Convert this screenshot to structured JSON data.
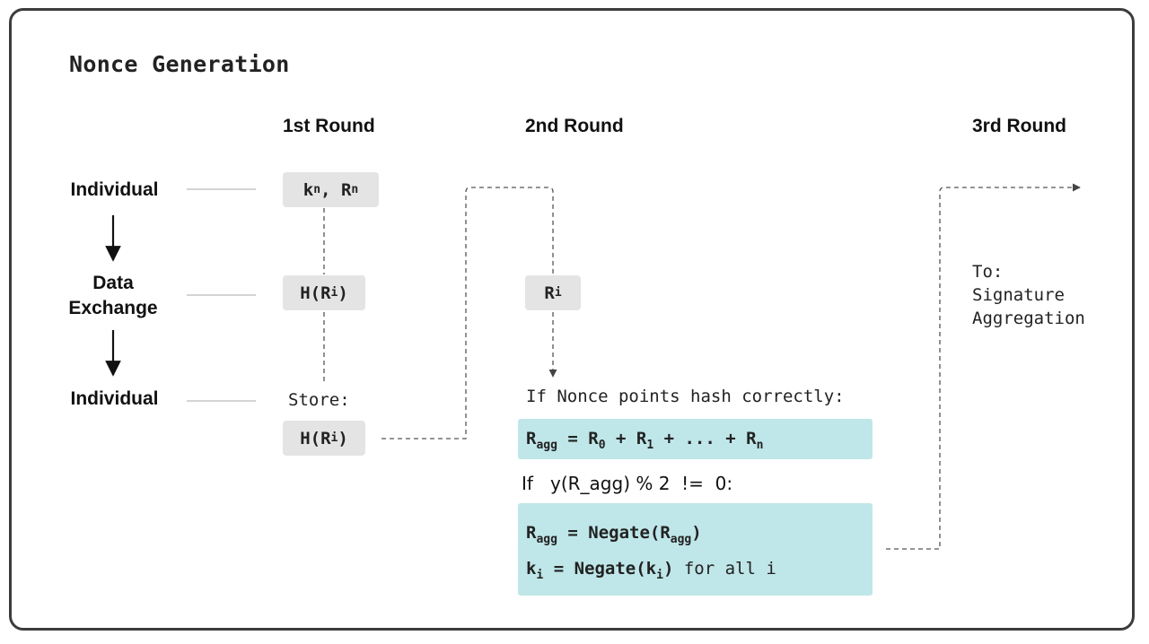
{
  "title": "Nonce Generation",
  "rounds": {
    "first": "1st Round",
    "second": "2nd Round",
    "third": "3rd Round"
  },
  "rows": {
    "individual_top": "Individual",
    "data_exchange_line1": "Data",
    "data_exchange_line2": "Exchange",
    "individual_bottom": "Individual"
  },
  "round1": {
    "kn": "k",
    "kn_sub": "n",
    "comma": ", ",
    "rn": "R",
    "rn_sub": "n",
    "hash_open": "H(R",
    "hash_sub": "i",
    "hash_close": ")",
    "store_label": "Store:",
    "store_hash_open": "H(R",
    "store_hash_sub": "i",
    "store_hash_close": ")"
  },
  "round2": {
    "ri": "R",
    "ri_sub": "i",
    "check": "If Nonce points hash correctly:",
    "agg": {
      "lhs": "R",
      "lhs_sub": "agg",
      "eq": " = ",
      "r0": "R",
      "r0_sub": "0",
      "plus1": " + ",
      "r1": "R",
      "r1_sub": "1",
      "mid": " + ... + ",
      "rn": "R",
      "rn_sub": "n"
    },
    "parity_condition": "If   y(R_agg) % 2  !=  0:",
    "negate": {
      "lhs": "R",
      "lhs_sub": "agg",
      "eq": " = Negate(",
      "arg": "R",
      "arg_sub": "agg",
      "close": ")"
    },
    "negate_k": {
      "lhs": "k",
      "lhs_sub": "i",
      "eq": " = Negate(",
      "arg": "k",
      "arg_sub": "i",
      "close": ")",
      "suffix": " for all i"
    }
  },
  "round3": {
    "line1": "To:",
    "line2": "Signature",
    "line3": "Aggregation"
  },
  "colors": {
    "chip": "#e4e4e4",
    "highlight": "#bfe6e8",
    "border": "#3c3c3c",
    "line": "#555555"
  },
  "icons": {
    "down_arrow": "down-arrow-icon",
    "right_arrow": "right-arrow-icon"
  }
}
